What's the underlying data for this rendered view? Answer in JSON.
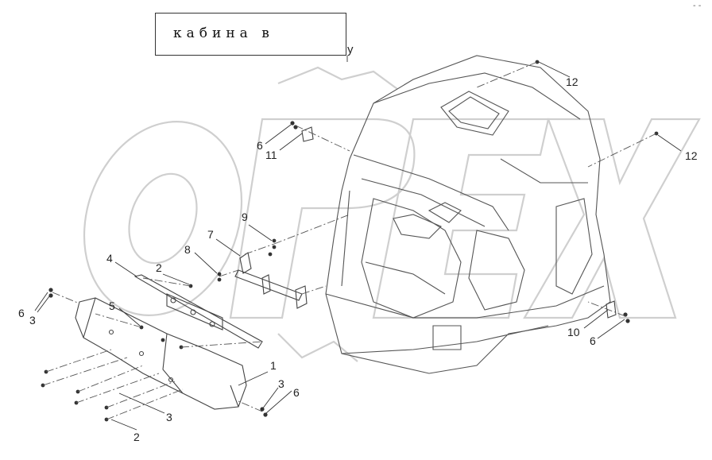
{
  "title": {
    "text": "кабина в",
    "suffix": "у"
  },
  "callouts": [
    {
      "id": "c1",
      "label": "1"
    },
    {
      "id": "c2a",
      "label": "2"
    },
    {
      "id": "c2b",
      "label": "2"
    },
    {
      "id": "c3a",
      "label": "3"
    },
    {
      "id": "c3b",
      "label": "3"
    },
    {
      "id": "c3c",
      "label": "3"
    },
    {
      "id": "c4",
      "label": "4"
    },
    {
      "id": "c5",
      "label": "5"
    },
    {
      "id": "c6a",
      "label": "6"
    },
    {
      "id": "c6b",
      "label": "6"
    },
    {
      "id": "c6c",
      "label": "6"
    },
    {
      "id": "c6d",
      "label": "6"
    },
    {
      "id": "c7",
      "label": "7"
    },
    {
      "id": "c8",
      "label": "8"
    },
    {
      "id": "c9",
      "label": "9"
    },
    {
      "id": "c10",
      "label": "10"
    },
    {
      "id": "c11",
      "label": "11"
    },
    {
      "id": "c12a",
      "label": "12"
    },
    {
      "id": "c12b",
      "label": "12"
    }
  ],
  "watermark": {
    "text": "OPEX",
    "color": "#d8d8d8"
  },
  "line_color": "#444444",
  "corner_mark": "- -"
}
